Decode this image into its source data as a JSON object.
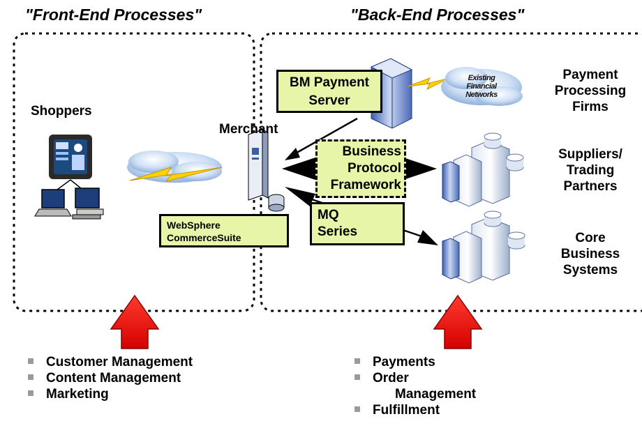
{
  "titles": {
    "front": "\"Front-End Processes\"",
    "back": "\"Back-End Processes\""
  },
  "labels": {
    "shoppers": "Shoppers",
    "merchant": "Merchant",
    "payment_firms": [
      "Payment",
      "Processing",
      "Firms"
    ],
    "suppliers": [
      "Suppliers/",
      "Trading",
      "Partners"
    ],
    "core": [
      "Core",
      "Business",
      "Systems"
    ],
    "networks": [
      "Existing",
      "Financial",
      "Networks"
    ]
  },
  "boxes": {
    "payment_server": [
      "BM Payment",
      "Server"
    ],
    "business_protocol": [
      "Business",
      "Protocol",
      "Framework"
    ],
    "mq_series": [
      "MQ",
      "Series"
    ],
    "websphere": [
      "WebSphere",
      "CommerceSuite"
    ]
  },
  "front_list": [
    "Customer Management",
    "Content Management",
    "Marketing"
  ],
  "back_list": [
    "Payments",
    "Order",
    "Management",
    "Fulfillment"
  ],
  "colors": {
    "label_box_fill": "#e6f5a8",
    "arrow_red": "#ff0000",
    "bolt_yellow": "#ffd200",
    "server_blue": "#5a7cc8"
  }
}
